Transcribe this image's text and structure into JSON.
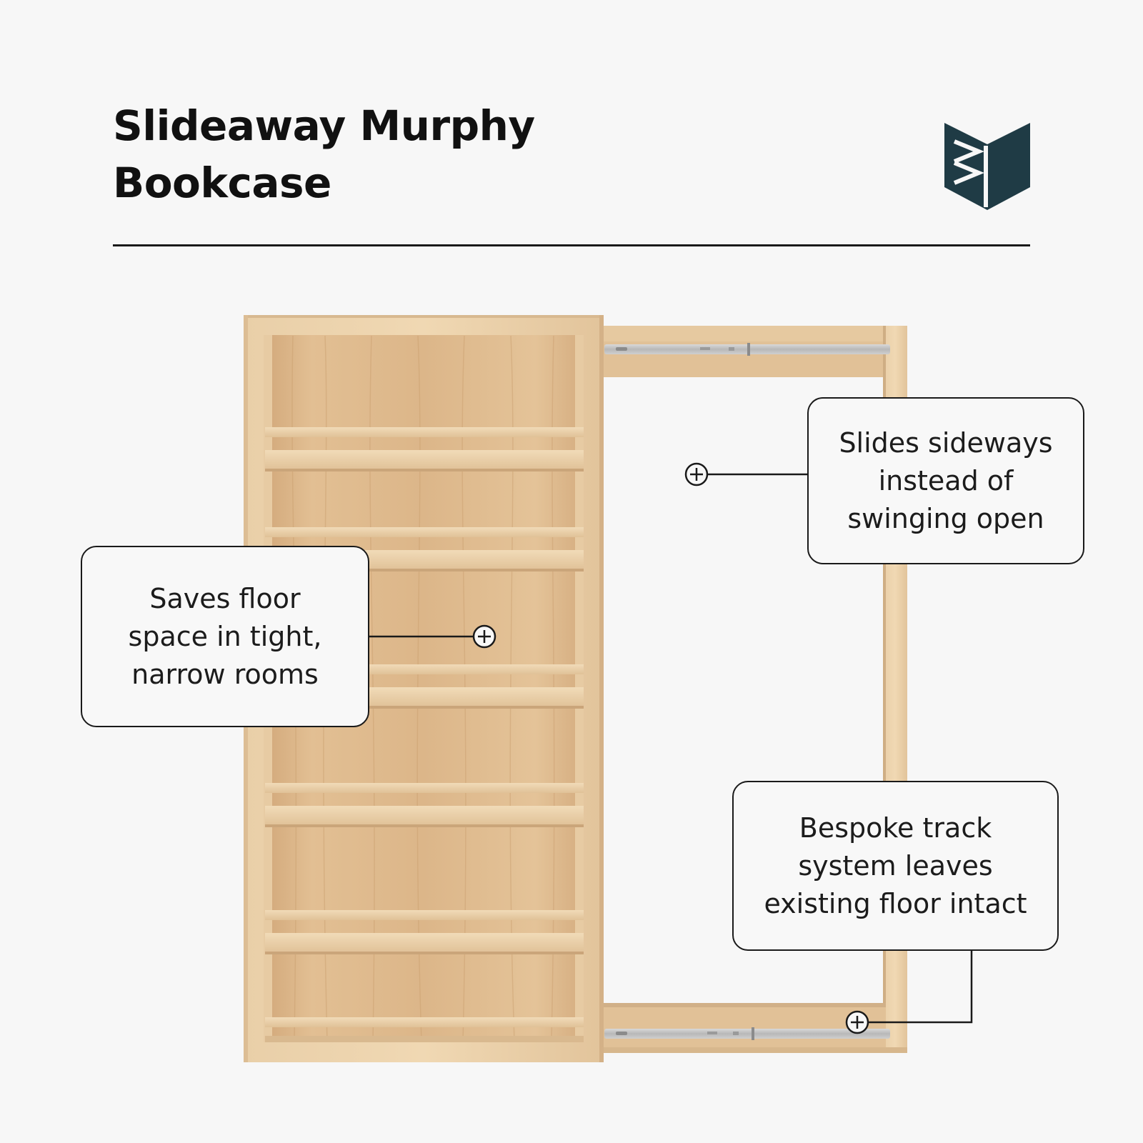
{
  "header": {
    "title_lines": [
      "Slideaway Murphy",
      "Bookcase"
    ],
    "logo_icon": "bookcase-logo-icon",
    "brand_color": "#1f3b45"
  },
  "diagram": {
    "icons": {
      "marker": "plus-circle-icon"
    },
    "callouts": [
      {
        "id": "slides",
        "lines": [
          "Slides sideways",
          "instead of",
          "swinging open"
        ]
      },
      {
        "id": "floor",
        "lines": [
          "Saves floor",
          "space in tight,",
          "narrow rooms"
        ]
      },
      {
        "id": "track",
        "lines": [
          "Bespoke track",
          "system leaves",
          "existing floor intact"
        ]
      }
    ]
  }
}
